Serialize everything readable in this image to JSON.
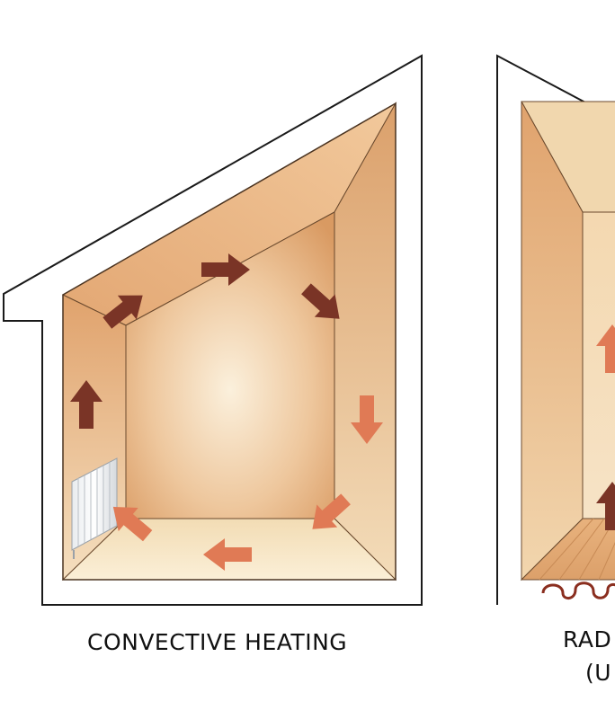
{
  "panels": [
    {
      "caption": "CONVECTIVE HEATING",
      "arrow_colors": {
        "dark": "#7a3426",
        "light": "#e07a55"
      }
    },
    {
      "caption_line1": "RAD",
      "caption_line2": "(U"
    }
  ],
  "colors": {
    "wall_outline": "#111111",
    "room_warm": "#d9a06b",
    "room_glow": "#faeed9"
  }
}
